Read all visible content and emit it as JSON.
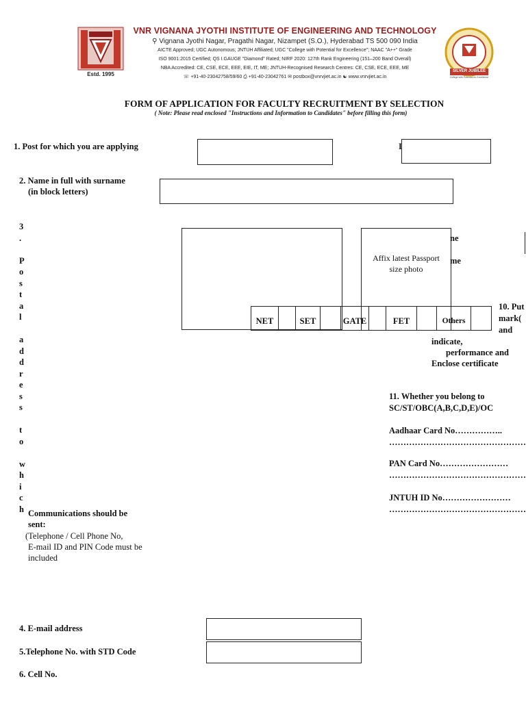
{
  "header": {
    "institute_name": "VNR VIGNANA JYOTHI INSTITUTE OF ENGINEERING AND TECHNOLOGY",
    "address": "Vignana Jyothi Nagar, Pragathi Nagar, Nizampet (S.O.), Hyderabad TS 500 090 India",
    "accreditation_1": "AICTE Approved; UGC Autonomous; JNTUH Affiliated; UGC \"College with Potential for Excellence\"; NAAC \"A++\" Grade",
    "accreditation_2": "ISO 9001:2015 Certified; QS I.GAUGE \"Diamond\" Rated; NIRF 2020: 127th Rank Engineering (151–200 Band Overall)",
    "accreditation_3": "NBA Accredited: CE, CSE, ECE, EEE, EIE, IT, ME; JNTUH-Recognised Research Centres: CE, CSE, ECE, EEE, ME",
    "phone": "+91-40-23042758/59/60",
    "fax": "+91-40-23042761",
    "email": "postbox@vnrvjiet.ac.in",
    "website": "www.vnrvjiet.ac.in",
    "logo_left_caption": "Estd. 1995",
    "logo_right_caption": "SILVER JUBILEE",
    "logo_right_sub": "College with Potential for Excellence"
  },
  "form": {
    "title": "FORM OF APPLICATION FOR FACULTY RECRUITMENT BY SELECTION",
    "note_prefix": "( Note",
    "note_text": ": Please read enclosed \"Instructions and Information to Candidates\" before filling this form)"
  },
  "fields": {
    "q1": "1.  Post for which you are applying",
    "q1_partial": "I",
    "q2_line1": "2.  Name in full with surname",
    "q2_line2": "(in block letters)",
    "q3_vertical": [
      "3",
      ".",
      "",
      "P",
      "o",
      "s",
      "t",
      "a",
      "l",
      "",
      "a",
      "d",
      "d",
      "r",
      "e",
      "s",
      "s",
      "",
      "t",
      "o",
      "",
      "w",
      "h",
      "i",
      "c",
      "h"
    ],
    "q3_line1": "Communications should be",
    "q3_line2": "sent:",
    "q3_note1": "(Telephone / Cell Phone No,",
    "q3_note2": "E-mail ID and PIN Code must be",
    "q3_note3": "included",
    "q4": "4.  E-mail address",
    "q5": "5.Telephone No. with STD Code",
    "q6": "6. Cell No."
  },
  "photo": {
    "text_line1": "Affix latest Passport",
    "text_line2": "size photo"
  },
  "side_fragments": {
    "frag_ne": "ne",
    "frag_me": "me"
  },
  "exams": {
    "labels": [
      "NET",
      "SET",
      "GATE",
      "FET",
      "Others"
    ]
  },
  "q10": {
    "line1": "10. Put",
    "line2": "mark(",
    "line3": "and",
    "line4": "indicate,",
    "line5": "performance and",
    "line6": "Enclose certificate"
  },
  "q11": {
    "line1": "11. Whether you belong to",
    "line2": "SC/ST/OBC(A,B,C,D,E)/OC",
    "aadhaar": "Aadhaar Card No……………..",
    "aadhaar_dots": "…………………………………………",
    "pan": "PAN Card No……………………",
    "pan_dots": "…………………………………………",
    "jntuh": "JNTUH ID No……………………",
    "jntuh_dots": "…………………………………………"
  }
}
